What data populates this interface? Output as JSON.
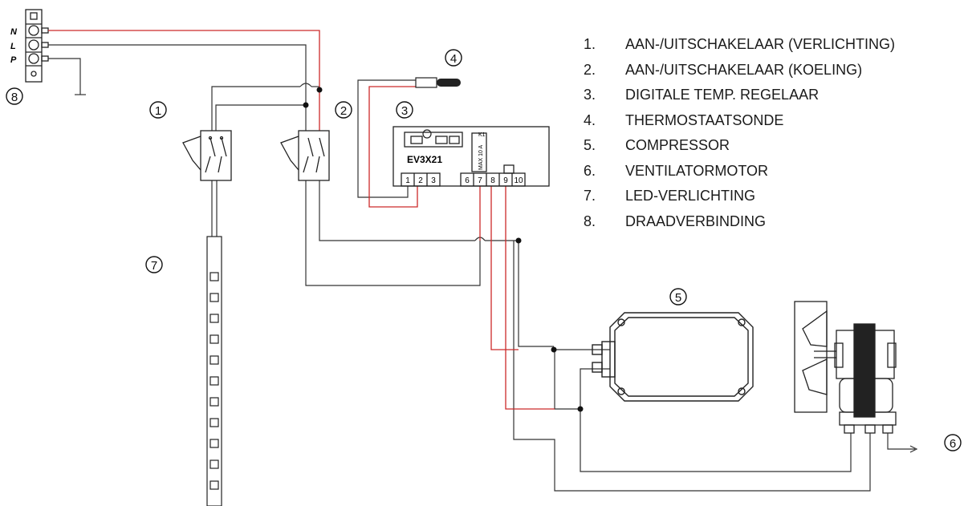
{
  "terminal_block": {
    "labels": [
      "N",
      "L",
      "P"
    ]
  },
  "callouts": [
    "1",
    "2",
    "3",
    "4",
    "5",
    "6",
    "7",
    "8"
  ],
  "controller": {
    "model": "EV3X21",
    "relay_label": "MAX 10 A",
    "relay_marker": "K1",
    "terminals_left": [
      "1",
      "2",
      "3"
    ],
    "terminals_right": [
      "6",
      "7",
      "8",
      "9",
      "10"
    ]
  },
  "legend": [
    {
      "num": "1.",
      "text": "AAN-/UITSCHAKELAAR (VERLICHTING)"
    },
    {
      "num": "2.",
      "text": "AAN-/UITSCHAKELAAR (KOELING)"
    },
    {
      "num": "3.",
      "text": "DIGITALE TEMP. REGELAAR"
    },
    {
      "num": "4.",
      "text": "THERMOSTAATSONDE"
    },
    {
      "num": "5.",
      "text": "COMPRESSOR"
    },
    {
      "num": "6.",
      "text": "VENTILATORMOTOR"
    },
    {
      "num": "7.",
      "text": "LED-VERLICHTING"
    },
    {
      "num": "8.",
      "text": "DRAADVERBINDING"
    }
  ],
  "colors": {
    "wire_black": "#333333",
    "wire_red": "#cc2a2a",
    "outline": "#222222"
  }
}
